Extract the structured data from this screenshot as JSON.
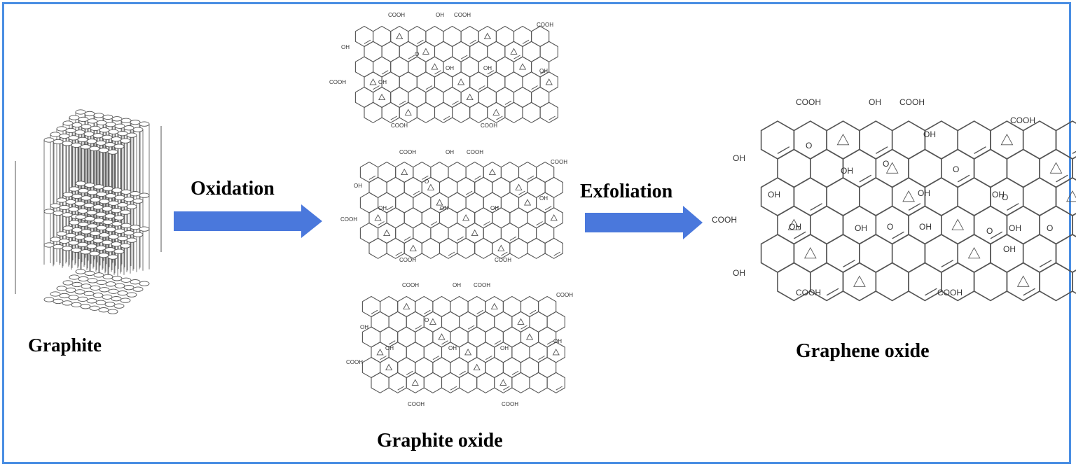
{
  "diagram": {
    "labels": {
      "graphite": "Graphite",
      "oxidation": "Oxidation",
      "exfoliation": "Exfoliation",
      "graphite_oxide": "Graphite oxide",
      "graphene_oxide": "Graphene oxide"
    },
    "groups": {
      "cooh": "COOH",
      "oh": "OH",
      "epoxide_o": "O"
    },
    "colors": {
      "frame": "#4a8ee3",
      "arrow": "#4a78dc",
      "structure": "#555555"
    }
  }
}
